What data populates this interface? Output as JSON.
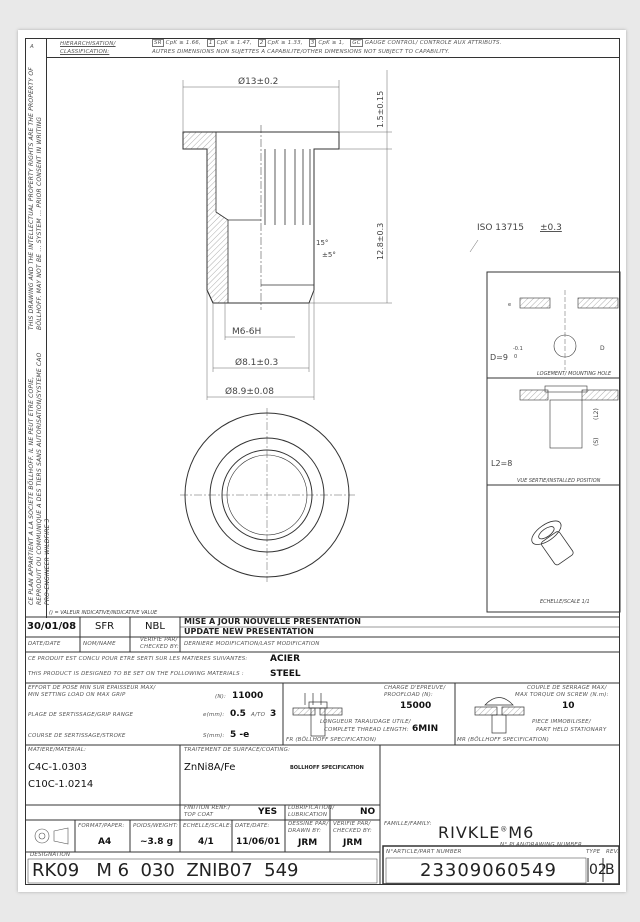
{
  "header": {
    "hierarchy_label": "HIERARCHISATION/",
    "classification_label": "CLASSIFICATION:",
    "corner_mark": "A",
    "legend_items": [
      {
        "symbol": "SR",
        "text": "CpK ≥ 1.66,"
      },
      {
        "symbol": "1",
        "text": "CpK ≥ 1.47,"
      },
      {
        "symbol": "2",
        "text": "CpK ≥ 1.33,"
      },
      {
        "symbol": "3",
        "text": "CpK ≥ 1,"
      },
      {
        "symbol": "GC",
        "text": "GAUGE CONTROL/ CONTROLE AUX ATTRIBUTS."
      }
    ],
    "other_dims": "AUTRES DIMENSIONS NON SUJETTES A CAPABILITE/OTHER DIMENSIONS NOT SUBJECT TO CAPABILITY."
  },
  "side_notes": {
    "en": "THIS DRAWING AND THE INTELLECTUAL PROPERTY RIGHTS ARE THE PROPERTY OF BÖLLHOFF. MAY NOT BE ... SYSTEM ... PRIOR CONSENT IN WRITING",
    "fr": "CE PLAN APPARTIENT A LA SOCIETE BÖLLHOFF. IL NE PEUT ETRE COPIE, REPRODUIT OU COMMUNIQUE A DES TIERS SANS AUTORISATION/SYSTEME CAO PRO-ENGINEER WILDFIRE 3"
  },
  "dimensions": {
    "flange_dia": "Ø13±0.2",
    "flange_height": "1.5±0.15",
    "length": "12.8±0.3",
    "thread": "M6-6H",
    "body_dia": "Ø8.1±0.3",
    "shank_dia": "Ø8.9±0.08",
    "angle1": "15°",
    "angle2": "±5°",
    "iso": "ISO 13715",
    "iso_tol": "±0.3"
  },
  "mounting_hole": {
    "formula": "D=9",
    "tol_upper": "-0.1",
    "tol_lower": "0",
    "d_label": "D",
    "e_label": "e",
    "caption": "LOGEMENT/ MOUNTING HOLE"
  },
  "installed": {
    "formula": "L2=8",
    "l2_label": "(L2)",
    "s_label": "(S)",
    "caption": "VUE SERTIE/INSTALLED POSITION"
  },
  "iso_view": {
    "caption": "ECHELLE/SCALE 1/1"
  },
  "indicative_note": "() = VALEUR INDICATIVE/INDICATIVE VALUE",
  "revision": {
    "date": "30/01/08",
    "name": "SFR",
    "checked": "NBL",
    "desc_fr": "MISE A JOUR NOUVELLE PRESENTATION",
    "desc_en": "UPDATE NEW PRESENTATION",
    "date_label": "DATE/DATE",
    "name_label": "NOM/NAME",
    "checked_label1": "VERIFIE PAR/",
    "checked_label2": "CHECKED BY:",
    "last_mod_label": "DERNIERE MODIFICATION/LAST MODIFICATION"
  },
  "materials_set": {
    "fr_label": "CE PRODUIT EST CONCU POUR ETRE SERTI SUR LES MATIERES SUIVANTES:",
    "fr_value": "ACIER",
    "en_label": "THIS PRODUCT IS DESIGNED TO BE SET ON THE FOLLOWING MATERIALS :",
    "en_value": "STEEL"
  },
  "setting": {
    "load_label1": "EFFORT DE POSE MIN SUR EPAISSEUR MAX/",
    "load_label2": "MIN SETTING LOAD ON MAX GRIP",
    "load_unit": "(N):",
    "load_value": "11000",
    "grip_label": "PLAGE DE SERTISSAGE/GRIP RANGE",
    "grip_unit": "e(mm):",
    "grip_min": "0.5",
    "grip_to": "A/TO",
    "grip_max": "3",
    "stroke_label": "COURSE DE SERTISSAGE/STROKE",
    "stroke_unit": "S(mm):",
    "stroke_value": "5 -e",
    "proof_label1": "CHARGE D'EPREUVE/",
    "proof_label2": "PROOFLOAD (N):",
    "proof_value": "15000",
    "thread_len1": "LONGUEUR TARAUDAGE UTILE/",
    "thread_len2": "COMPLETE THREAD LENGTH:",
    "thread_len_value": "6MIN",
    "spec_fr": "FR (BÖLLHOFF SPECIFICATION)",
    "torque_label1": "COUPLE DE SERRAGE MAX/",
    "torque_label2": "MAX TORQUE ON SCREW (N.m):",
    "torque_value": "10",
    "stationary1": "PIECE IMMOBILISEE/",
    "stationary2": "PART HELD STATIONARY",
    "spec_mr": "MR (BÖLLHOFF SPECIFICATION)"
  },
  "material": {
    "label": "MATIERE/MATERIAL:",
    "values": [
      "C4C-1.0303",
      "C10C-1.0214"
    ]
  },
  "coating": {
    "label": "TRAITEMENT DE SURFACE/COATING:",
    "value": "ZnNi8A/Fe",
    "spec": "BOLLHOFF SPECIFICATION"
  },
  "topcoat": {
    "label1": "FINITION RENF./",
    "label2": "TOP COAT",
    "value": "YES"
  },
  "lubrication": {
    "label1": "LUBRIFICATION/",
    "label2": "LUBRICATION",
    "value": "NO"
  },
  "titleblock": {
    "format_label": "FORMAT/PAPER:",
    "format": "A4",
    "weight_label": "POIDS/WEIGHT:",
    "weight": "~3.8 g",
    "scale_label": "ECHELLE/SCALE:",
    "scale": "4/1",
    "date_label": "DATE/DATE:",
    "date": "11/06/01",
    "drawn_label1": "DESSINE PAR/",
    "drawn_label2": "DRAWN BY:",
    "drawn": "JRM",
    "checked_label1": "VERIFIE PAR/",
    "checked_label2": "CHECKED BY:",
    "checked": "JRM",
    "family_label": "FAMILLE/FAMILY:",
    "family": "RIVKLE",
    "family_reg": "®",
    "family_size": "M6",
    "drawing_no_label": "N° PLAN/DRAWING NUMBER",
    "designation_label": "DESIGNATION",
    "designation": "RK09   M 6  030  ZNIB07  549",
    "part_label": "N°ARTICLE/PART NUMBER",
    "part_number": "23309060549",
    "type_label": "TYPE",
    "type": "02",
    "rev_label": "REV.",
    "rev": "B"
  }
}
